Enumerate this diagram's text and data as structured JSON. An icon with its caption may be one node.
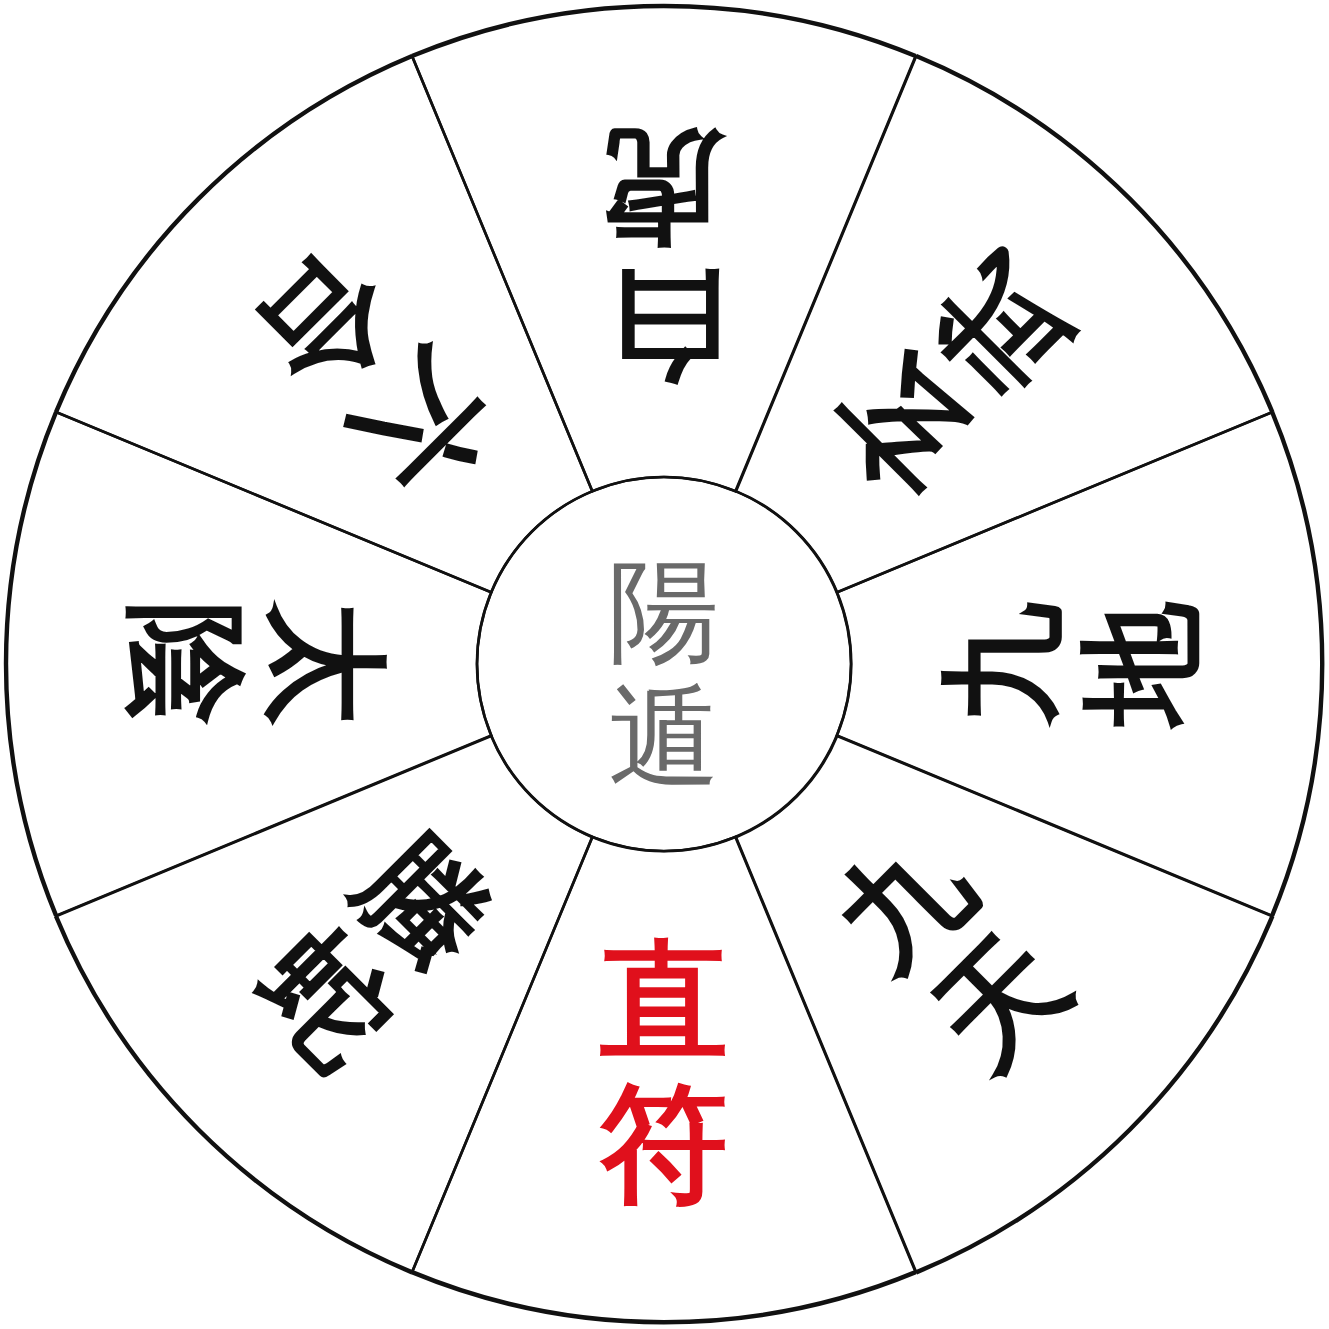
{
  "diagram": {
    "nodes": [
      {
        "text": [
          "陽遁"
        ]
      },
      {
        "text": [
          "直符"
        ]
      },
      {
        "text": [
          "螣蛇"
        ]
      },
      {
        "text": [
          "太陰"
        ]
      },
      {
        "text": [
          "六合"
        ]
      },
      {
        "text": [
          "白虎"
        ]
      },
      {
        "text": [
          "玄武"
        ]
      },
      {
        "text": [
          "九地"
        ]
      },
      {
        "text": [
          "九天"
        ]
      }
    ]
  }
}
